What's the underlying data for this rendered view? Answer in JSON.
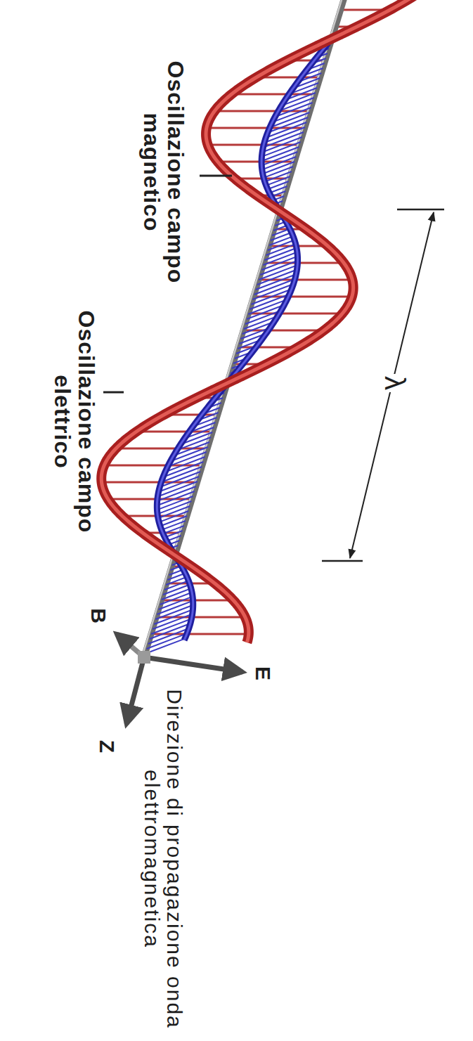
{
  "diagram": {
    "labels": [
      "Oscillazione campo magnetico",
      "Oscillazione campo elettrico",
      "λ",
      "B",
      "E",
      "Z",
      "Direzione di propagazione onda elettromagnetica"
    ]
  }
}
